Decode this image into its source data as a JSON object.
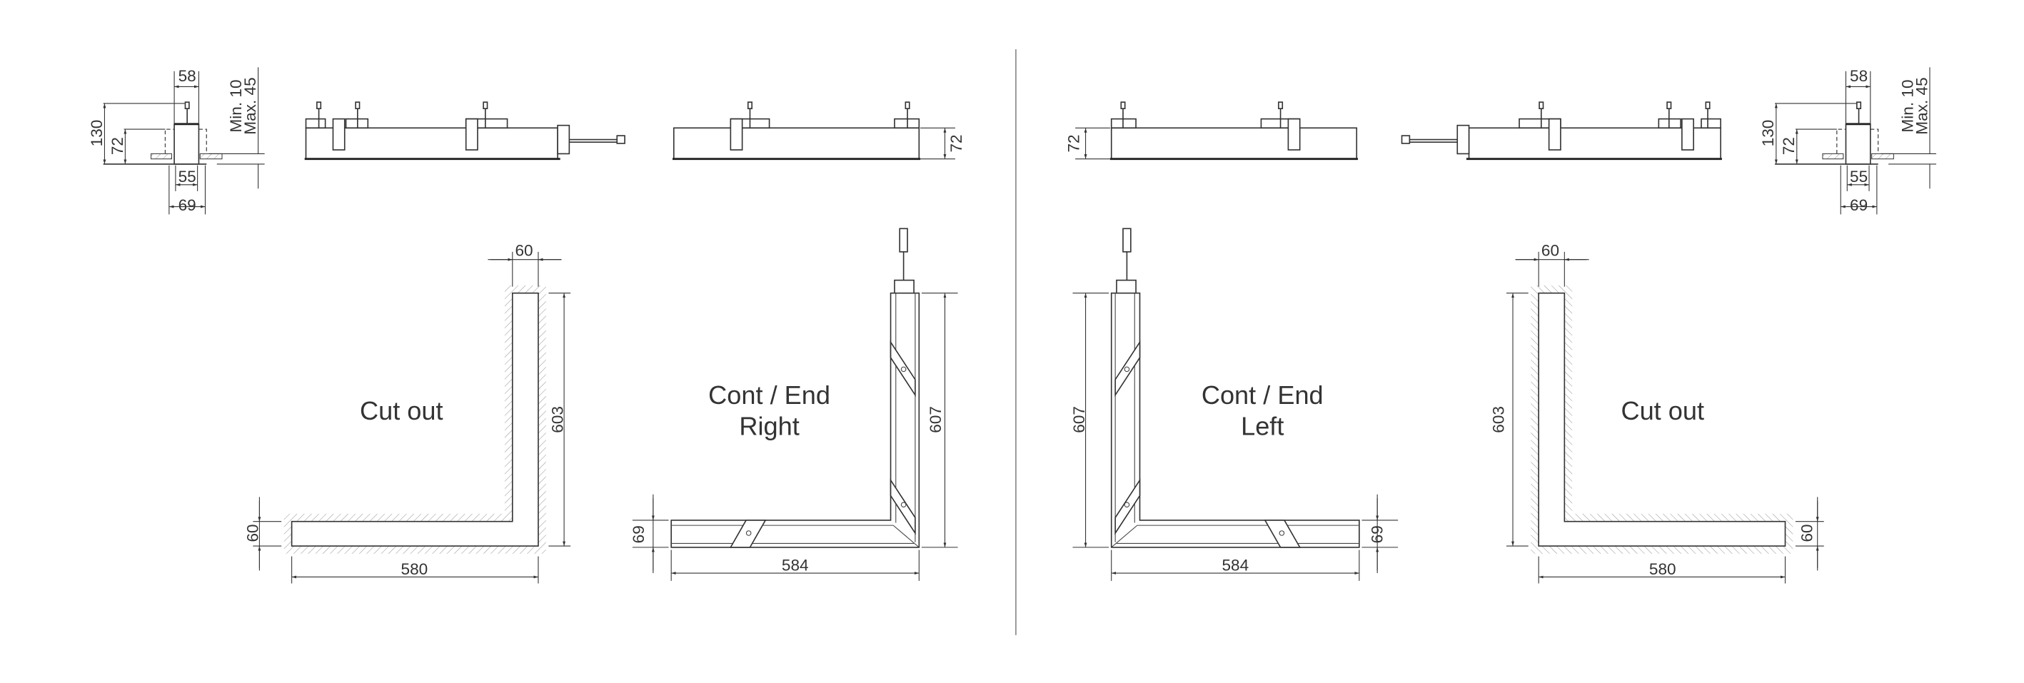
{
  "profile": {
    "height_total": "130",
    "height_body": "72",
    "width_top": "58",
    "width_cut": "55",
    "width_flange": "69",
    "ceiling_min": "Min. 10",
    "ceiling_max": "Max. 45"
  },
  "side_view": {
    "height": "72"
  },
  "cutout": {
    "label": "Cut out",
    "width": "60",
    "length_vertical": "603",
    "length_horizontal": "580"
  },
  "cont_right": {
    "label_line1": "Cont / End",
    "label_line2": "Right",
    "length_vertical": "607",
    "length_horizontal": "584",
    "width": "69"
  },
  "cont_left": {
    "label_line1": "Cont / End",
    "label_line2": "Left",
    "length_vertical": "607",
    "length_horizontal": "584",
    "width": "69"
  },
  "colors": {
    "line": "#333333",
    "background": "#ffffff"
  }
}
